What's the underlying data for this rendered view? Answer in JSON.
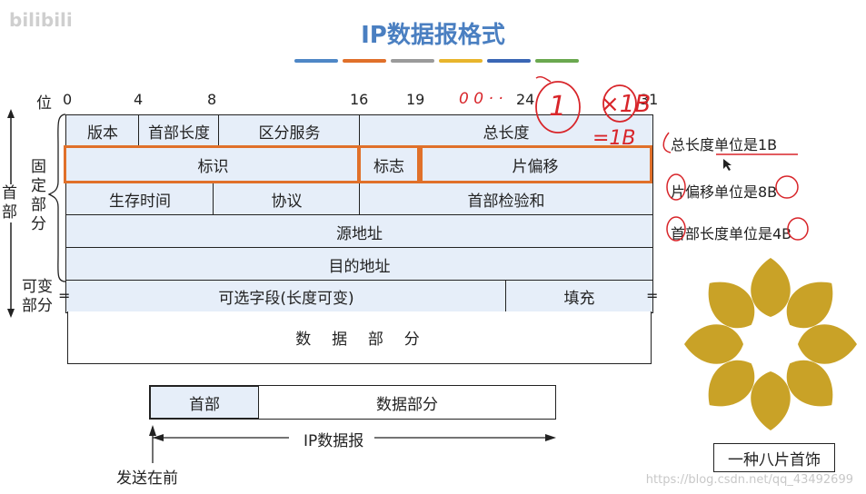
{
  "logo": "bilibili",
  "title": "IP数据报格式",
  "palette": [
    "#4e87c6",
    "#e0702a",
    "#9a9a9a",
    "#e8b52c",
    "#3a66b5",
    "#6aa84f"
  ],
  "bit_label": "位",
  "bit_numbers": [
    "0",
    "4",
    "8",
    "16",
    "19",
    "24",
    "31"
  ],
  "side_labels": {
    "header": "首部",
    "fixed": "固定部分",
    "variable": "可变部分"
  },
  "rows": {
    "r1": [
      "版本",
      "首部长度",
      "区分服务",
      "总长度"
    ],
    "r2": [
      "标识",
      "标志",
      "片偏移"
    ],
    "r3": [
      "生存时间",
      "协议",
      "首部检验和"
    ],
    "r4": "源地址",
    "r5": "目的地址",
    "r6": [
      "可选字段(长度可变)",
      "填充"
    ],
    "data": "数  据  部  分"
  },
  "bottom": {
    "header": "首部",
    "data": "数据部分",
    "datagram": "IP数据报",
    "send_first": "发送在前"
  },
  "notes": [
    "总长度单位是1B",
    "片偏移单位是8B",
    "首部长度单位是4B"
  ],
  "handwriting": {
    "range": "0 0 · ·",
    "one": "1",
    "times_1b": "×1B",
    "eq_1b": "=1B"
  },
  "flower_caption": "一种八片首饰",
  "watermark": "https://blog.csdn.net/qq_43492699"
}
